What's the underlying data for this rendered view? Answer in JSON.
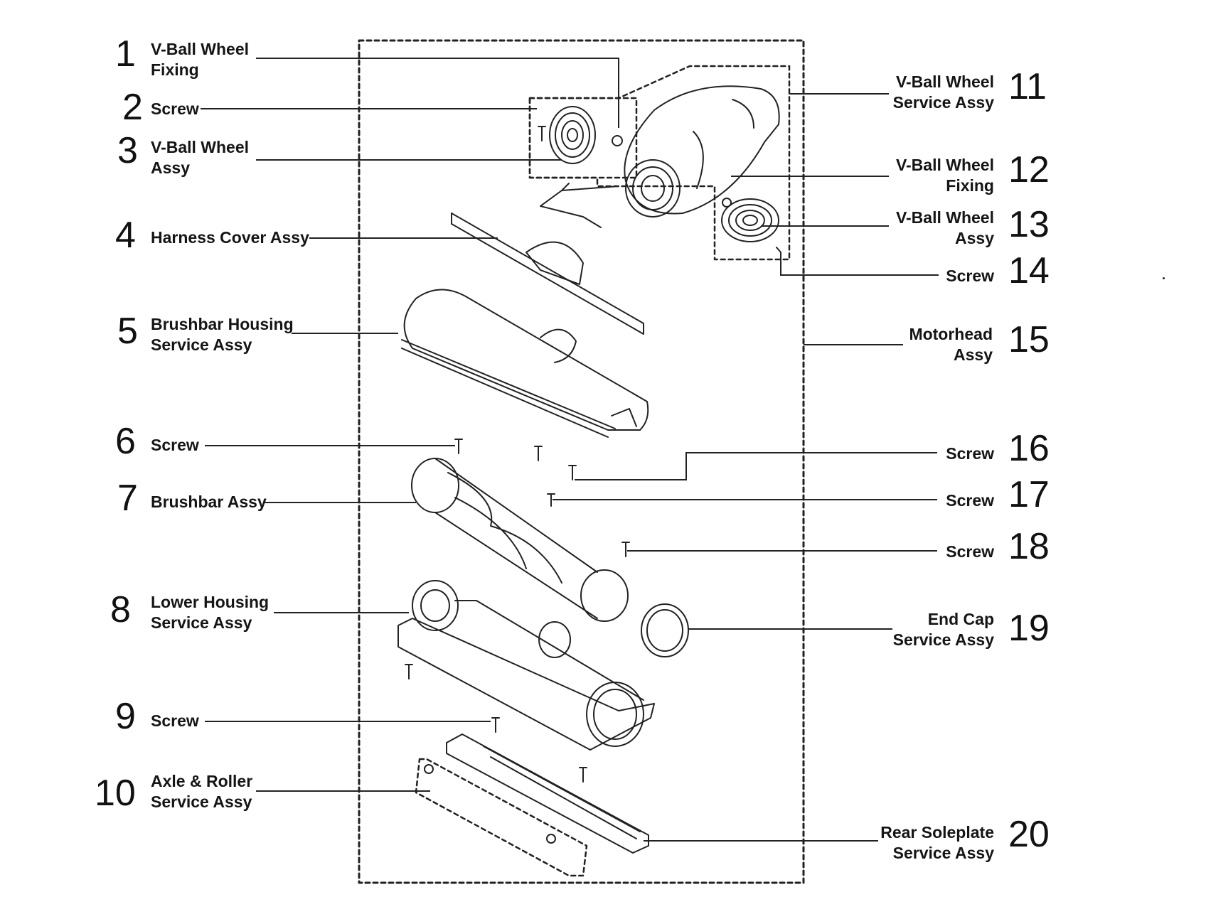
{
  "callouts": [
    {
      "num": "1",
      "lines": [
        "V-Ball Wheel",
        "Fixing"
      ]
    },
    {
      "num": "2",
      "lines": [
        "Screw"
      ]
    },
    {
      "num": "3",
      "lines": [
        "V-Ball Wheel",
        "Assy"
      ]
    },
    {
      "num": "4",
      "lines": [
        "Harness Cover Assy"
      ]
    },
    {
      "num": "5",
      "lines": [
        "Brushbar Housing",
        "Service Assy"
      ]
    },
    {
      "num": "6",
      "lines": [
        "Screw"
      ]
    },
    {
      "num": "7",
      "lines": [
        "Brushbar Assy"
      ]
    },
    {
      "num": "8",
      "lines": [
        "Lower Housing",
        "Service Assy"
      ]
    },
    {
      "num": "9",
      "lines": [
        "Screw"
      ]
    },
    {
      "num": "10",
      "lines": [
        "Axle & Roller",
        "Service Assy"
      ]
    },
    {
      "num": "11",
      "lines": [
        "V-Ball Wheel",
        "Service Assy"
      ]
    },
    {
      "num": "12",
      "lines": [
        "V-Ball Wheel",
        "Fixing"
      ]
    },
    {
      "num": "13",
      "lines": [
        "V-Ball Wheel",
        "Assy"
      ]
    },
    {
      "num": "14",
      "lines": [
        "Screw"
      ]
    },
    {
      "num": "15",
      "lines": [
        "Motorhead",
        "Assy"
      ]
    },
    {
      "num": "16",
      "lines": [
        "Screw"
      ]
    },
    {
      "num": "17",
      "lines": [
        "Screw"
      ]
    },
    {
      "num": "18",
      "lines": [
        "Screw"
      ]
    },
    {
      "num": "19",
      "lines": [
        "End Cap",
        "Service Assy"
      ]
    },
    {
      "num": "20",
      "lines": [
        "Rear Soleplate",
        "Service Assy"
      ]
    }
  ]
}
